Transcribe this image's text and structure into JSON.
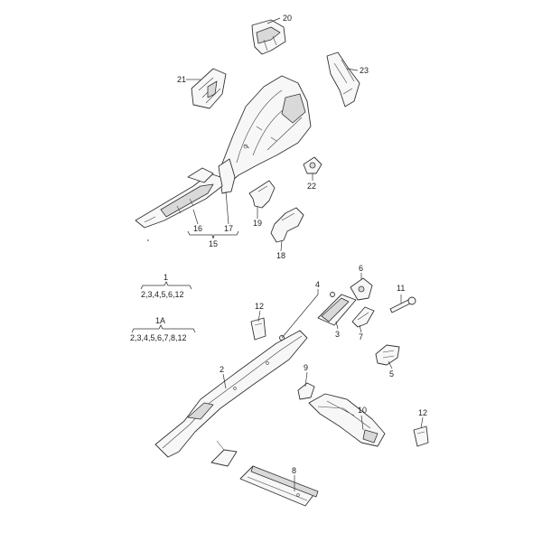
{
  "callouts": [
    {
      "id": "c20",
      "label": "20"
    },
    {
      "id": "c21",
      "label": "21"
    },
    {
      "id": "c23",
      "label": "23"
    },
    {
      "id": "c22",
      "label": "22"
    },
    {
      "id": "c16",
      "label": "16"
    },
    {
      "id": "c17",
      "label": "17"
    },
    {
      "id": "c15",
      "label": "15"
    },
    {
      "id": "c19",
      "label": "19"
    },
    {
      "id": "c18",
      "label": "18"
    },
    {
      "id": "c6",
      "label": "6"
    },
    {
      "id": "c4",
      "label": "4"
    },
    {
      "id": "c11",
      "label": "11"
    },
    {
      "id": "c12a",
      "label": "12"
    },
    {
      "id": "c3",
      "label": "3"
    },
    {
      "id": "c7",
      "label": "7"
    },
    {
      "id": "c5",
      "label": "5"
    },
    {
      "id": "c2",
      "label": "2"
    },
    {
      "id": "c9",
      "label": "9"
    },
    {
      "id": "c10",
      "label": "10"
    },
    {
      "id": "c12b",
      "label": "12"
    },
    {
      "id": "c8",
      "label": "8"
    }
  ],
  "legend": {
    "group1": {
      "label": "1",
      "contents": "2,3,4,5,6,12"
    },
    "group1a": {
      "label": "1A",
      "contents": "2,3,4,5,6,7,8,12"
    }
  }
}
